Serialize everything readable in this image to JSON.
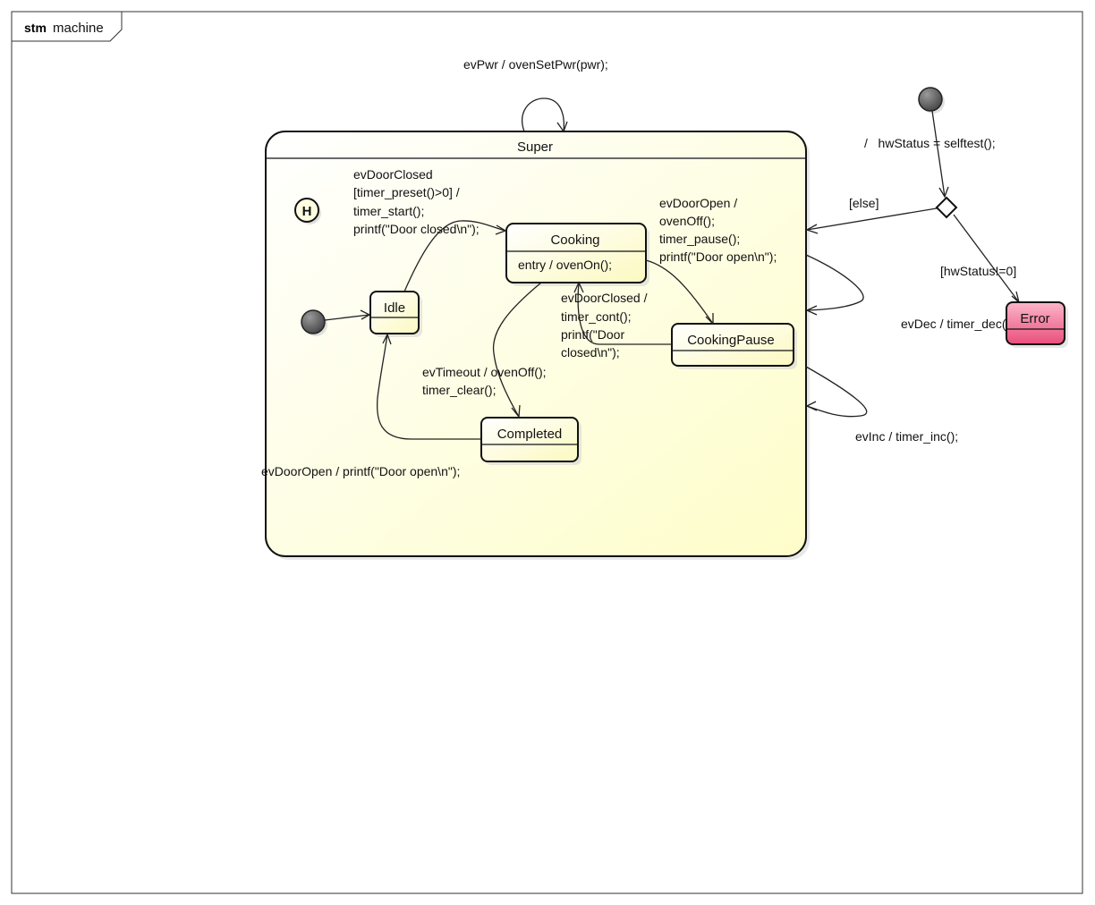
{
  "frame": {
    "keyword": "stm",
    "name": "machine"
  },
  "colors": {
    "state_fill_light": "#fffff0",
    "state_fill_dark": "#fdfbc8",
    "error_fill_light": "#f8a8c0",
    "error_fill_dark": "#e8507a",
    "pseudo_fill": "#666666"
  },
  "states": {
    "super": {
      "name": "Super"
    },
    "cooking": {
      "name": "Cooking",
      "entry": "entry / ovenOn();"
    },
    "idle": {
      "name": "Idle"
    },
    "cooking_pause": {
      "name": "CookingPause"
    },
    "completed": {
      "name": "Completed"
    },
    "error": {
      "name": "Error"
    },
    "history": {
      "symbol": "H"
    }
  },
  "transitions": {
    "ev_pwr": "evPwr / ovenSetPwr(pwr);",
    "init_effect": "/   hwStatus = selftest();",
    "guard_else": "[else]",
    "guard_hw": "[hwStatus!=0]",
    "ev_dec": "evDec / timer_dec();",
    "ev_inc": "evInc / timer_inc();",
    "door_closed_start": [
      "evDoorClosed",
      "[timer_preset()>0] /",
      "timer_start();",
      "printf(\"Door closed\\n\");"
    ],
    "door_open_pause": [
      "evDoorOpen /",
      "ovenOff();",
      "timer_pause();",
      "printf(\"Door open\\n\");"
    ],
    "door_closed_cont": [
      "evDoorClosed /",
      "timer_cont();",
      "printf(\"Door",
      "closed\\n\");"
    ],
    "timeout": [
      "evTimeout / ovenOff();",
      "timer_clear();"
    ],
    "door_open_completed": "evDoorOpen / printf(\"Door open\\n\");"
  }
}
